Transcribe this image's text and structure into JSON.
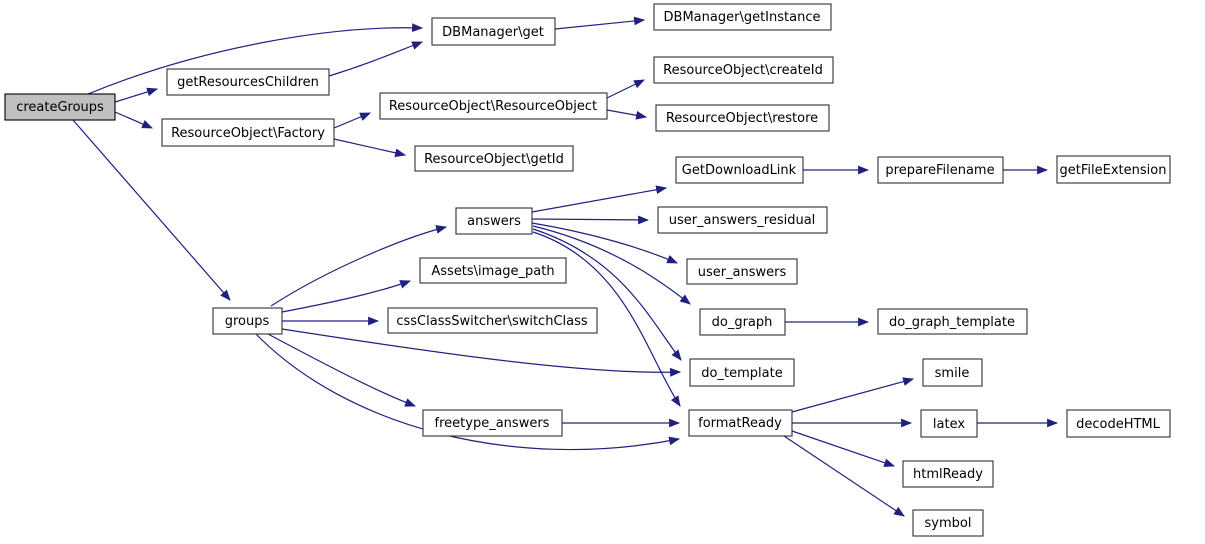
{
  "diagram": {
    "kind": "call-graph",
    "style": {
      "edge_color": "#202080",
      "node_fill": "#ffffff",
      "node_border": "#303030",
      "root_node_fill": "#bfbfbf",
      "text_color": "#000000",
      "background": "#ffffff"
    }
  },
  "nodes": {
    "createGroups": {
      "label": "createGroups",
      "root": true
    },
    "getResourcesChildren": {
      "label": "getResourcesChildren"
    },
    "DBManager_get": {
      "label": "DBManager\\get"
    },
    "DBManager_getInstance": {
      "label": "DBManager\\getInstance"
    },
    "ResourceObject_Factory": {
      "label": "ResourceObject\\Factory"
    },
    "ResourceObject_ResourceObject": {
      "label": "ResourceObject\\ResourceObject"
    },
    "ResourceObject_createId": {
      "label": "ResourceObject\\createId"
    },
    "ResourceObject_restore": {
      "label": "ResourceObject\\restore"
    },
    "ResourceObject_getId": {
      "label": "ResourceObject\\getId"
    },
    "answers": {
      "label": "answers"
    },
    "GetDownloadLink": {
      "label": "GetDownloadLink"
    },
    "prepareFilename": {
      "label": "prepareFilename"
    },
    "getFileExtension": {
      "label": "getFileExtension"
    },
    "user_answers_residual": {
      "label": "user_answers_residual"
    },
    "user_answers": {
      "label": "user_answers"
    },
    "Assets_image_path": {
      "label": "Assets\\image_path"
    },
    "groups": {
      "label": "groups"
    },
    "cssClassSwitcher_switchClass": {
      "label": "cssClassSwitcher\\switchClass"
    },
    "do_graph": {
      "label": "do_graph"
    },
    "do_graph_template": {
      "label": "do_graph_template"
    },
    "do_template": {
      "label": "do_template"
    },
    "freetype_answers": {
      "label": "freetype_answers"
    },
    "formatReady": {
      "label": "formatReady"
    },
    "smile": {
      "label": "smile"
    },
    "latex": {
      "label": "latex"
    },
    "decodeHTML": {
      "label": "decodeHTML"
    },
    "htmlReady": {
      "label": "htmlReady"
    },
    "symbol": {
      "label": "symbol"
    }
  },
  "edges": [
    {
      "from": "createGroups",
      "to": "DBManager_get"
    },
    {
      "from": "createGroups",
      "to": "getResourcesChildren"
    },
    {
      "from": "createGroups",
      "to": "ResourceObject_Factory"
    },
    {
      "from": "createGroups",
      "to": "groups"
    },
    {
      "from": "getResourcesChildren",
      "to": "DBManager_get"
    },
    {
      "from": "DBManager_get",
      "to": "DBManager_getInstance"
    },
    {
      "from": "ResourceObject_Factory",
      "to": "ResourceObject_ResourceObject"
    },
    {
      "from": "ResourceObject_Factory",
      "to": "ResourceObject_getId"
    },
    {
      "from": "ResourceObject_ResourceObject",
      "to": "ResourceObject_createId"
    },
    {
      "from": "ResourceObject_ResourceObject",
      "to": "ResourceObject_restore"
    },
    {
      "from": "answers",
      "to": "GetDownloadLink"
    },
    {
      "from": "answers",
      "to": "user_answers_residual"
    },
    {
      "from": "answers",
      "to": "user_answers"
    },
    {
      "from": "answers",
      "to": "do_graph"
    },
    {
      "from": "answers",
      "to": "do_template"
    },
    {
      "from": "answers",
      "to": "formatReady"
    },
    {
      "from": "GetDownloadLink",
      "to": "prepareFilename"
    },
    {
      "from": "prepareFilename",
      "to": "getFileExtension"
    },
    {
      "from": "groups",
      "to": "answers"
    },
    {
      "from": "groups",
      "to": "Assets_image_path"
    },
    {
      "from": "groups",
      "to": "cssClassSwitcher_switchClass"
    },
    {
      "from": "groups",
      "to": "do_template"
    },
    {
      "from": "groups",
      "to": "freetype_answers"
    },
    {
      "from": "groups",
      "to": "formatReady"
    },
    {
      "from": "do_graph",
      "to": "do_graph_template"
    },
    {
      "from": "freetype_answers",
      "to": "formatReady"
    },
    {
      "from": "formatReady",
      "to": "smile"
    },
    {
      "from": "formatReady",
      "to": "latex"
    },
    {
      "from": "formatReady",
      "to": "htmlReady"
    },
    {
      "from": "formatReady",
      "to": "symbol"
    },
    {
      "from": "latex",
      "to": "decodeHTML"
    }
  ]
}
